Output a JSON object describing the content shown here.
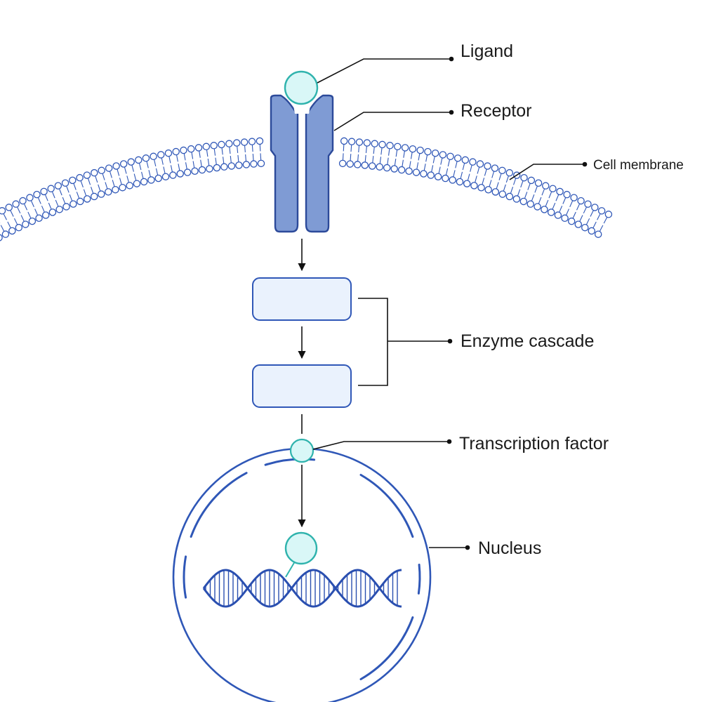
{
  "labels": {
    "ligand": "Ligand",
    "receptor": "Receptor",
    "cell_membrane": "Cell membrane",
    "enzyme_cascade": "Enzyme cascade",
    "transcription_factor": "Transcription factor",
    "nucleus": "Nucleus"
  },
  "colors": {
    "membrane": "#2f57b7",
    "receptor_fill": "#7f9bd4",
    "receptor_stroke": "#2c4a9a",
    "ligand_fill": "#d9f7f7",
    "ligand_stroke": "#2fb3ad",
    "enzyme_fill": "#eaf2fd",
    "enzyme_stroke": "#2f57b7",
    "nucleus_stroke": "#2f57b7",
    "dna": "#2a4fb0",
    "line": "#111111"
  }
}
